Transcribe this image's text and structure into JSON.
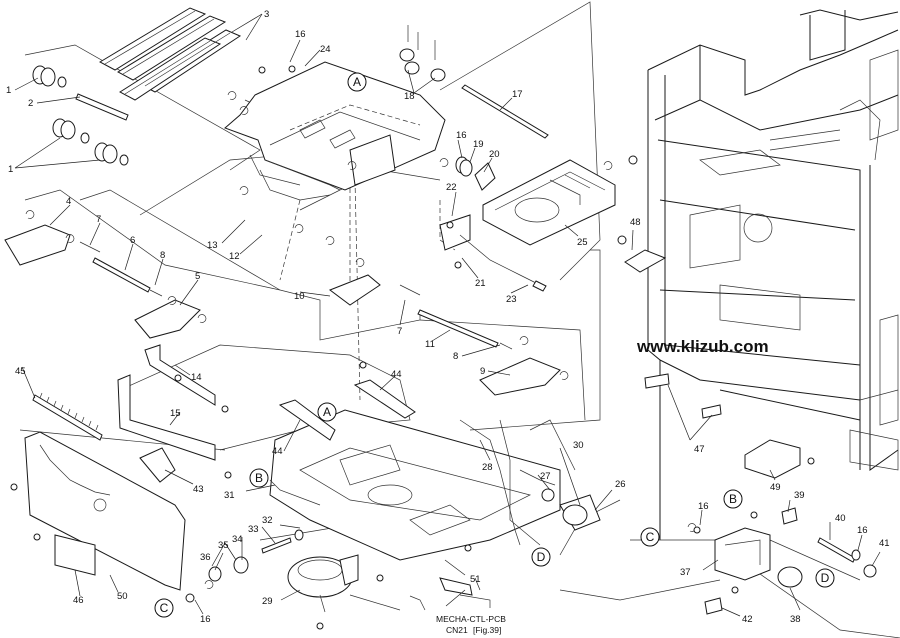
{
  "watermark": "www.klizub.com",
  "connector_note": {
    "line1": "MECHA-CTL-PCB",
    "line2_a": "CN21",
    "line2_b": "[Fig.39]"
  },
  "callouts": {
    "A1": "A",
    "A2": "A",
    "B1": "B",
    "B2": "B",
    "C1": "C",
    "C2": "C",
    "D1": "D",
    "D2": "D"
  },
  "part_numbers": {
    "n1a": "1",
    "n1b": "1",
    "n2": "2",
    "n3": "3",
    "n4": "4",
    "n5": "5",
    "n6": "6",
    "n7a": "7",
    "n7b": "7",
    "n8a": "8",
    "n8b": "8",
    "n9": "9",
    "n10": "10",
    "n11": "11",
    "n12": "12",
    "n13": "13",
    "n14": "14",
    "n15": "15",
    "n16a": "16",
    "n16b": "16",
    "n16c": "16",
    "n16d": "16",
    "n16e": "16",
    "n17": "17",
    "n18": "18",
    "n19": "19",
    "n20": "20",
    "n21": "21",
    "n22": "22",
    "n23": "23",
    "n24": "24",
    "n25": "25",
    "n26": "26",
    "n27": "27",
    "n28": "28",
    "n29": "29",
    "n30": "30",
    "n31": "31",
    "n32": "32",
    "n33": "33",
    "n34": "34",
    "n35": "35",
    "n36": "36",
    "n37": "37",
    "n38": "38",
    "n39": "39",
    "n40": "40",
    "n41": "41",
    "n42": "42",
    "n43": "43",
    "n44a": "44",
    "n44b": "44",
    "n45": "45",
    "n46": "46",
    "n47": "47",
    "n48": "48",
    "n49": "49",
    "n50": "50",
    "n51": "51"
  }
}
